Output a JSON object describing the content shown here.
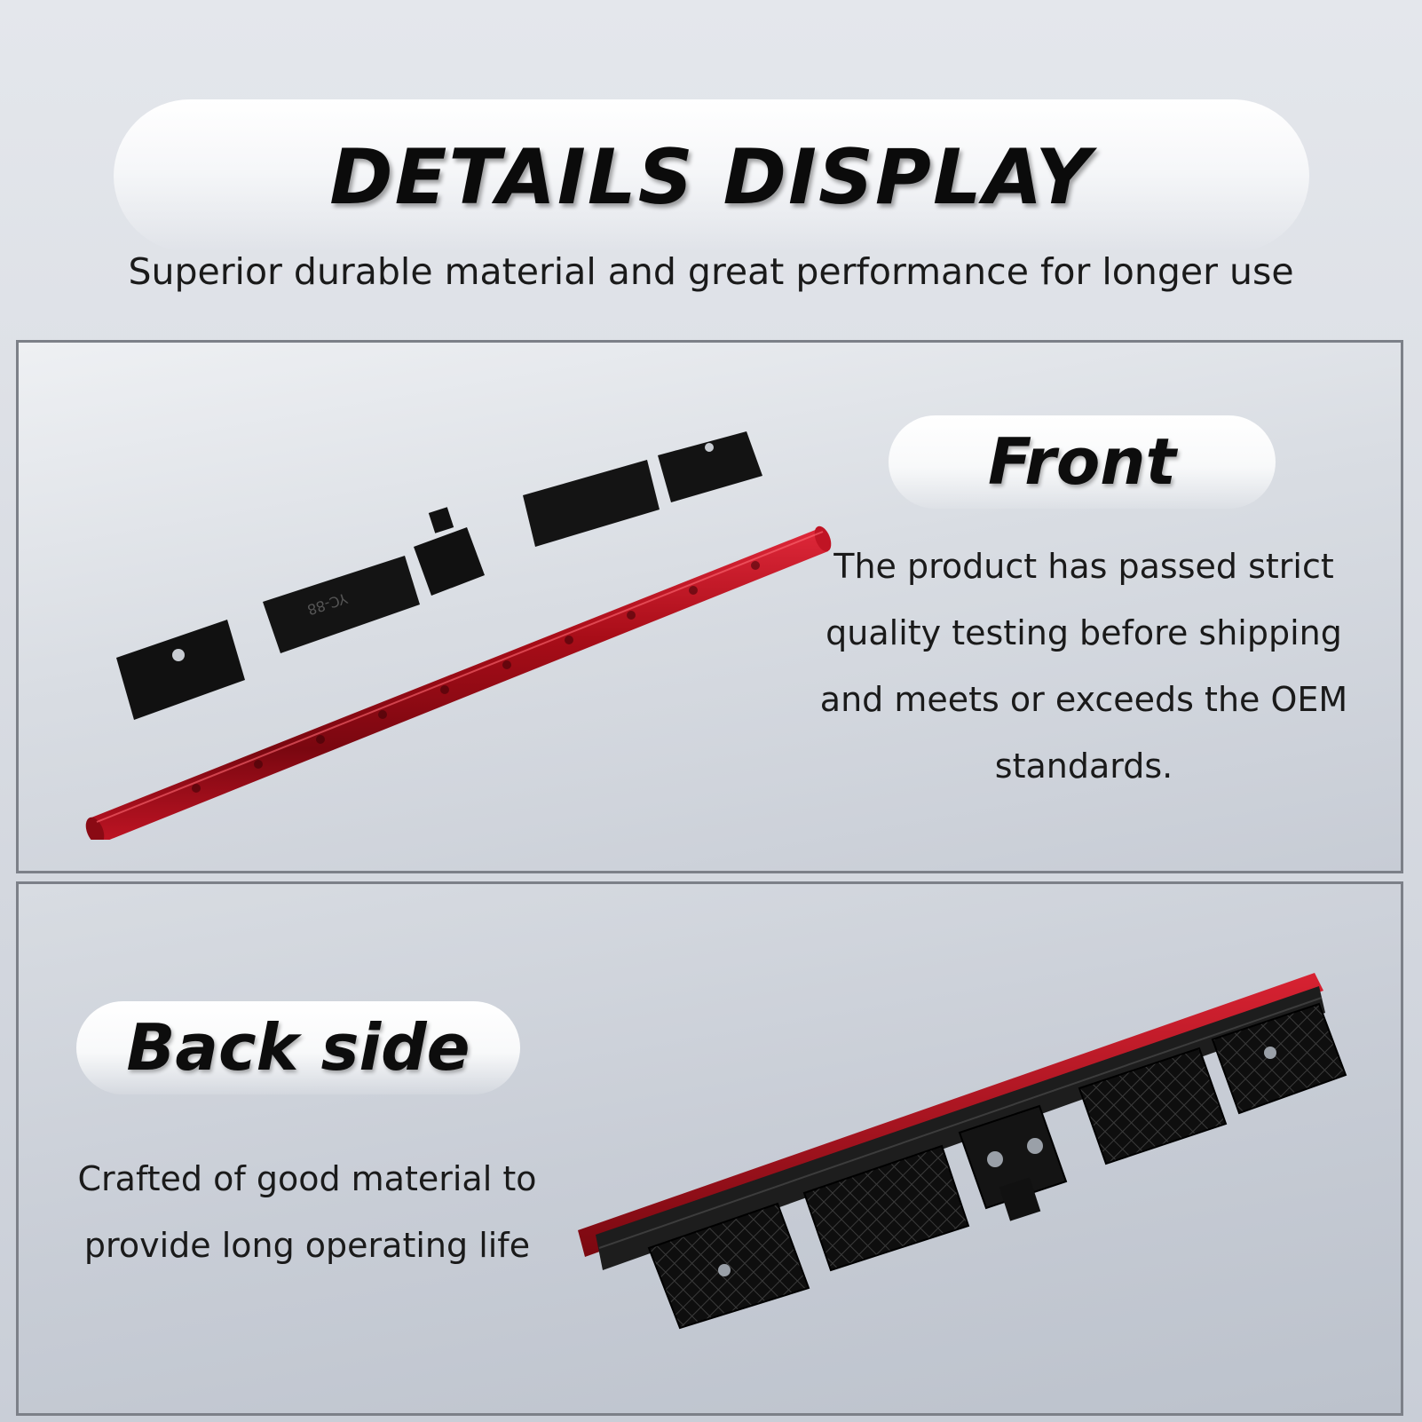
{
  "header": {
    "title": "DETAILS DISPLAY",
    "subtitle": "Superior durable material and great performance for longer use"
  },
  "front_section": {
    "label": "Front",
    "description": "The product has passed strict quality testing before shipping and meets or exceeds the OEM standards.",
    "part_marking": "YC-88"
  },
  "back_section": {
    "label": "Back side",
    "description": "Crafted of good material to provide long operating life"
  },
  "colors": {
    "lens_red": "#b0101a",
    "bracket_black": "#141414",
    "text": "#1a1a1a"
  }
}
